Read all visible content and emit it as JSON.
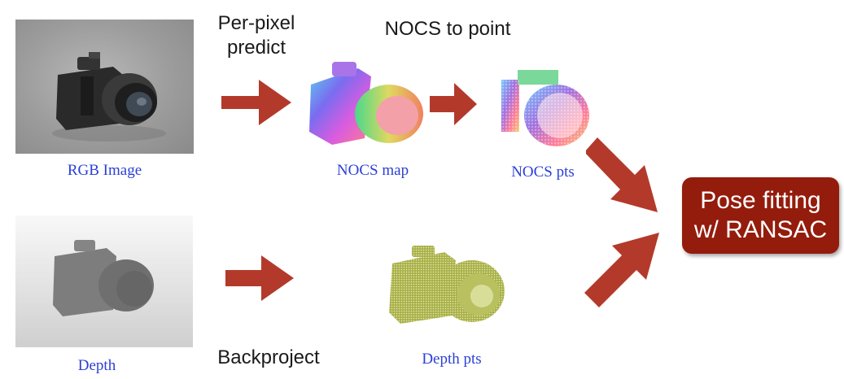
{
  "labels": {
    "per_pixel_line1": "Per-pixel",
    "per_pixel_line2": "predict",
    "nocs_to_point": "NOCS to point",
    "backproject": "Backproject"
  },
  "captions": {
    "rgb_image": "RGB Image",
    "nocs_map": "NOCS map",
    "nocs_pts": "NOCS pts",
    "depth": "Depth",
    "depth_pts": "Depth pts"
  },
  "pose_box": {
    "line1": "Pose fitting",
    "line2": "w/ RANSAC"
  },
  "colors": {
    "arrow": "#b33a2b",
    "pose_box": "#941c0c",
    "caption": "#2b3fd6"
  }
}
